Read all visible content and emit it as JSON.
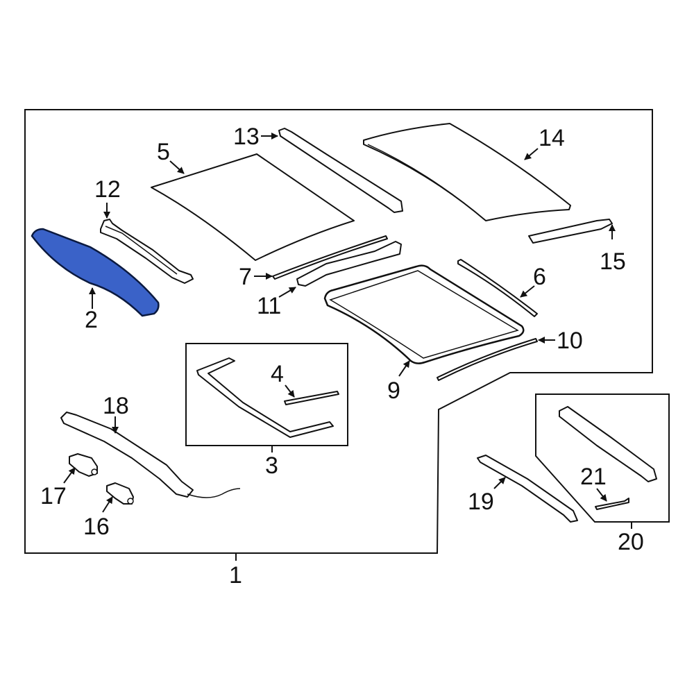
{
  "diagram": {
    "type": "exploded-parts-diagram",
    "subject": "Sunroof / roof panel assembly",
    "highlight_color": "#3a62c8",
    "highlighted_part": "2",
    "callouts": [
      {
        "id": "1",
        "label": "1"
      },
      {
        "id": "2",
        "label": "2"
      },
      {
        "id": "3",
        "label": "3"
      },
      {
        "id": "4",
        "label": "4"
      },
      {
        "id": "5",
        "label": "5"
      },
      {
        "id": "6",
        "label": "6"
      },
      {
        "id": "7",
        "label": "7"
      },
      {
        "id": "9",
        "label": "9"
      },
      {
        "id": "10",
        "label": "10"
      },
      {
        "id": "11",
        "label": "11"
      },
      {
        "id": "12",
        "label": "12"
      },
      {
        "id": "13",
        "label": "13"
      },
      {
        "id": "14",
        "label": "14"
      },
      {
        "id": "15",
        "label": "15"
      },
      {
        "id": "16",
        "label": "16"
      },
      {
        "id": "17",
        "label": "17"
      },
      {
        "id": "18",
        "label": "18"
      },
      {
        "id": "19",
        "label": "19"
      },
      {
        "id": "20",
        "label": "20"
      },
      {
        "id": "21",
        "label": "21"
      }
    ]
  }
}
